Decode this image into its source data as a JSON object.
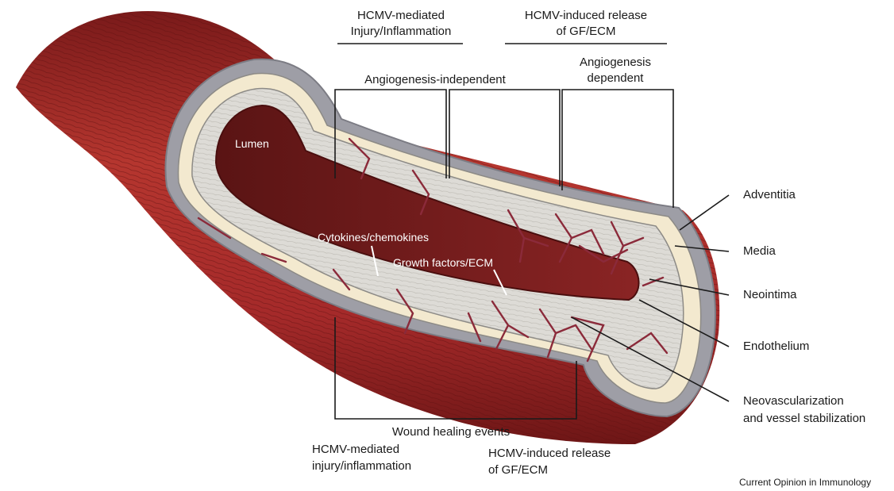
{
  "top_headers": {
    "injury": [
      "HCMV-mediated",
      "Injury/Inflammation"
    ],
    "release": [
      "HCMV-induced release",
      "of GF/ECM"
    ]
  },
  "phase_labels": {
    "independent": "Angiogenesis-independent",
    "dependent": [
      "Angiogenesis",
      "dependent"
    ]
  },
  "inner_labels": {
    "lumen": "Lumen",
    "cytokines": "Cytokines/chemokines",
    "growth": "Growth factors/ECM"
  },
  "layer_labels": {
    "adventitia": "Adventitia",
    "media": "Media",
    "neointima": "Neointima",
    "endothelium": "Endothelium",
    "neovascularization": [
      "Neovascularization",
      "and vessel stabilization"
    ]
  },
  "bottom_labels": {
    "wound": "Wound healing events",
    "injury": [
      "HCMV-mediated",
      "injury/inflammation"
    ],
    "release": [
      "HCMV-induced release",
      "of GF/ECM"
    ]
  },
  "credit": "Current Opinion in Immunology",
  "colors": {
    "muscle": "#a52a2a",
    "muscle_dark": "#7a1a1a",
    "adventitia": "#9e9ea6",
    "media": "#f3e9cf",
    "neointima": "#dddbd6",
    "lumen": "#6e1e1e",
    "vessel": "#8b2a3a"
  }
}
